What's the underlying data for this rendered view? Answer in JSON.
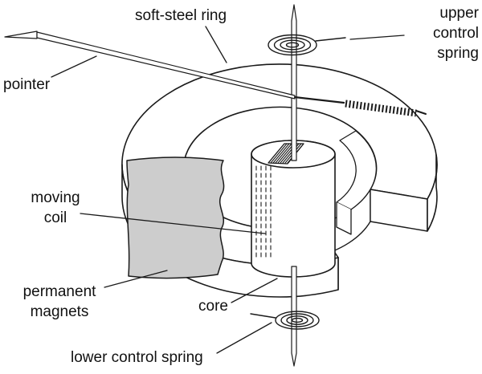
{
  "diagram": {
    "colors": {
      "background": "#ffffff",
      "ink": "#1a1a1a",
      "magnet_fill": "#cdcdcd"
    },
    "labels": {
      "soft_steel_ring": "soft-steel ring",
      "upper_control_spring": "upper control spring",
      "pointer": "pointer",
      "moving_coil": "moving coil",
      "permanent_magnets": "permanent magnets",
      "core": "core",
      "lower_control_spring": "lower control spring"
    }
  }
}
